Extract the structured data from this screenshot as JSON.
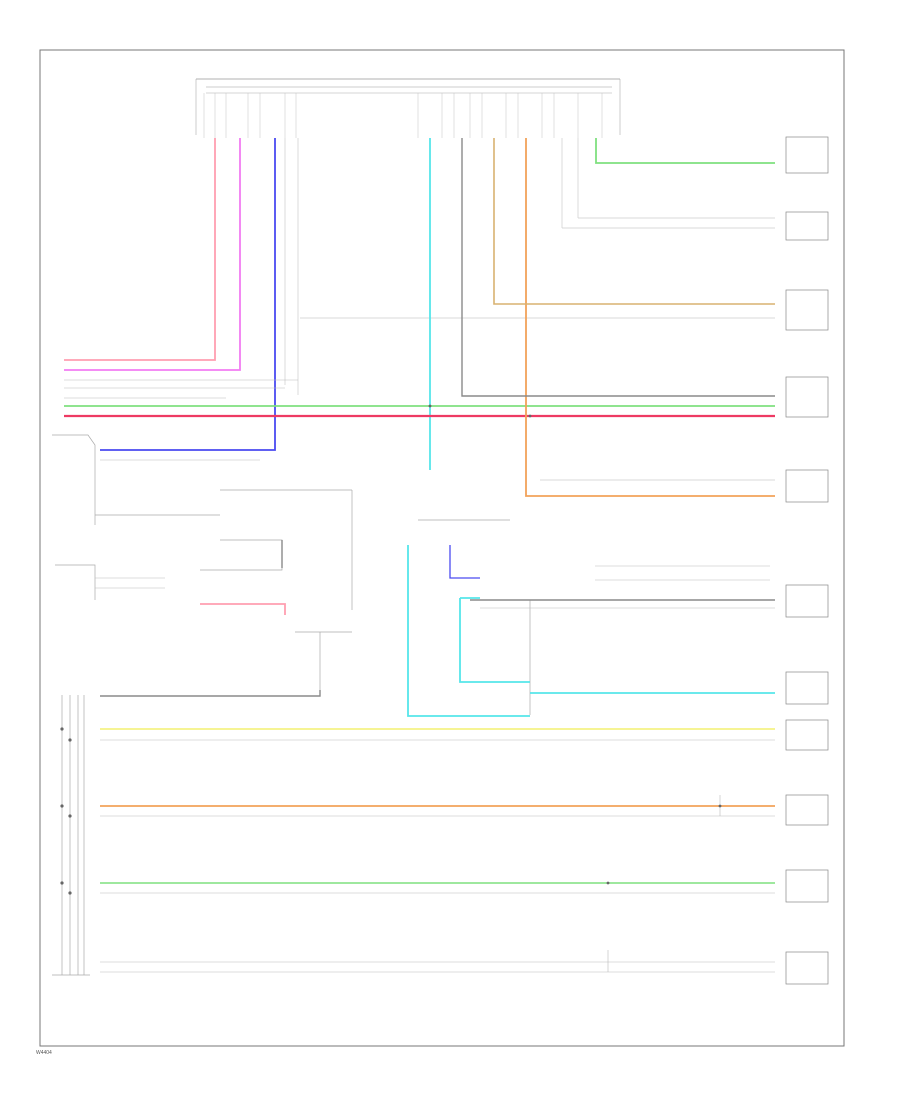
{
  "diagram": {
    "code": "W4404",
    "colors": {
      "pink": "#ff9fb0",
      "magenta": "#f27cf2",
      "blue": "#4a4af0",
      "cyan": "#56e6ea",
      "green": "#7fe07f",
      "red": "#ee3a63",
      "orange": "#f2a25a",
      "yellow": "#f4f071",
      "tan": "#d8b271",
      "gray": "#8a8a8a",
      "frame": "#777777"
    },
    "wires": [
      {
        "name": "wire-pink",
        "color": "pink"
      },
      {
        "name": "wire-magenta",
        "color": "magenta"
      },
      {
        "name": "wire-blue",
        "color": "blue"
      },
      {
        "name": "wire-cyan",
        "color": "cyan"
      },
      {
        "name": "wire-green",
        "color": "green"
      },
      {
        "name": "wire-red",
        "color": "red"
      },
      {
        "name": "wire-orange",
        "color": "orange"
      },
      {
        "name": "wire-yellow",
        "color": "yellow"
      },
      {
        "name": "wire-tan",
        "color": "tan"
      },
      {
        "name": "wire-gray",
        "color": "gray"
      }
    ]
  }
}
